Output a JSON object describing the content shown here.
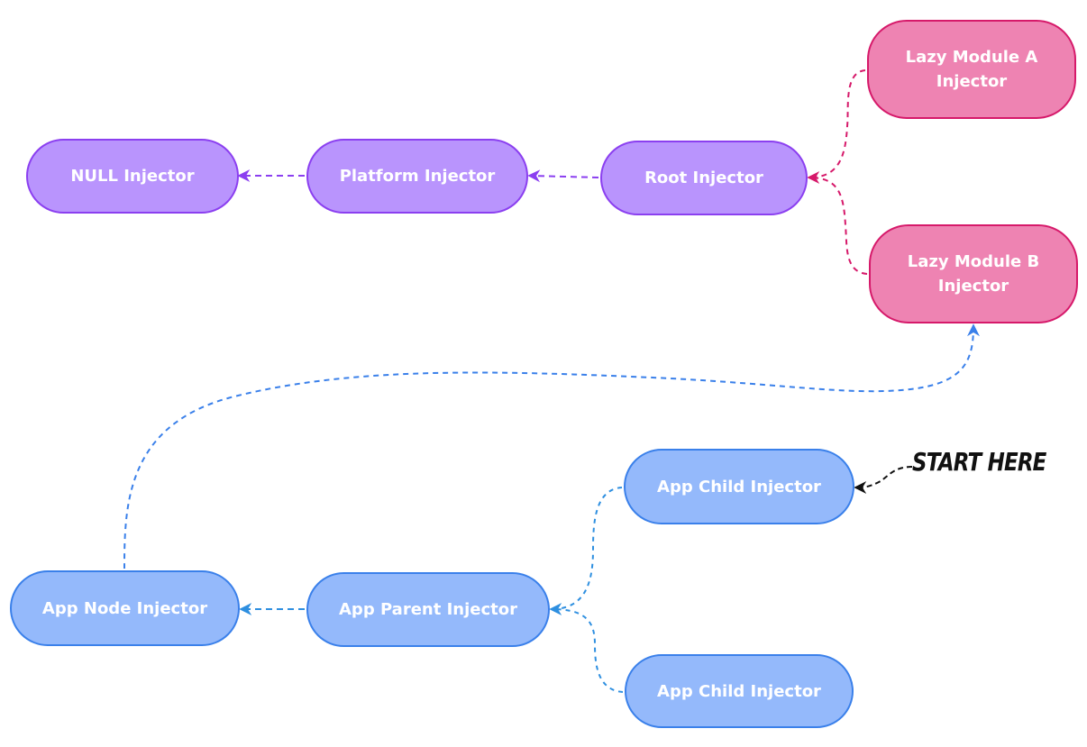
{
  "nodes": {
    "null_injector": "NULL Injector",
    "platform_injector": "Platform Injector",
    "root_injector": "Root Injector",
    "lazy_module_a": "Lazy Module A\nInjector",
    "lazy_module_b": "Lazy Module B\nInjector",
    "app_node_injector": "App Node Injector",
    "app_parent_injector": "App Parent Injector",
    "app_child_injector_1": "App Child Injector",
    "app_child_injector_2": "App Child Injector"
  },
  "annotation": {
    "start_label": "START HERE"
  },
  "colors": {
    "purple_fill": "#b994fd",
    "purple_stroke": "#8b3ff0",
    "pink_fill": "#ee83b2",
    "pink_stroke": "#d6196a",
    "blue_fill": "#94b9fb",
    "blue_stroke": "#3a80ea",
    "teal_edge": "#2e8fe0",
    "annotation_arrow": "#111111"
  }
}
